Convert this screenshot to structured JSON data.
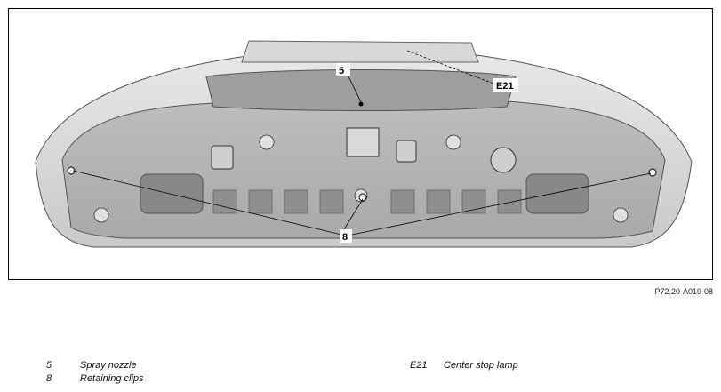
{
  "figure_id": "P72.20-A019-08",
  "callouts": {
    "spray_nozzle": "5",
    "center_stop_lamp": "E21",
    "retaining_clips": "8"
  },
  "legend": [
    {
      "num": "5",
      "text": "Spray nozzle"
    },
    {
      "num": "8",
      "text": "Retaining clips"
    },
    {
      "num": "E21",
      "text": "Center stop lamp"
    }
  ]
}
